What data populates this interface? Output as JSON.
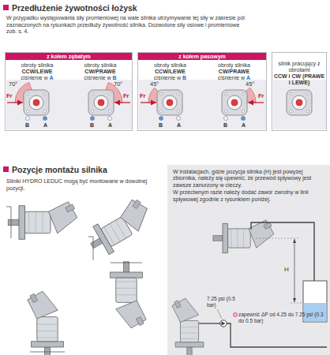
{
  "diagram": {
    "nodes": [
      {
        "text": [
          "z kołem zębatym"
        ]
      },
      {
        "text": [
          "obroty silnika",
          "CCW/LEWE",
          "ciśnienie w",
          "A"
        ],
        "in": 0
      },
      {
        "text": [
          "obroty silnika",
          "CW/PRAWE",
          "ciśnienie w",
          "B"
        ],
        "in": 0
      },
      {
        "text": [
          "z kołem pasowym"
        ]
      },
      {
        "text": [
          "obroty silnika",
          "CCW/LEWE",
          "ciśnienie w",
          "B"
        ],
        "in": 3
      },
      {
        "text": [
          "obroty silnika",
          "CW/PRAWE",
          "ciśnienie w",
          "A"
        ],
        "in": 3
      },
      {
        "text": [
          "silnik pracujący z obrotami",
          "CCW i CW (PRAWE i LEWE)"
        ]
      },
      {
        "text": [
          "W instalacjach, gdzie pozycja silnika (H) jest powyżej zbiornika, należy się upewnić, że przewód spływowy jest zawsze zanurzony w cieczy.",
          "W przeciwnym razie należy dodać zawór zwrotny w linii spływowej zgodnie z rysunkiem poniżej."
        ]
      }
    ],
    "labels": [
      "Przedłużenie żywotności łożysk",
      "W przypadku występowania siły promieniowej na wale silnika utrzymywanie tej siły w zakresie pól zaznaczonych na rysunkach przedłuży żywotność silnika. Dozwolone siły osiowe i promieniowe zob. s. 4.",
      "Pozycje montażu silnika",
      "Silniki HYDRO LEDUC mogą być montowane w dowolnej pozycji.",
      "70°",
      "70°",
      "45°",
      "45°",
      "Fr",
      "Fr",
      "Fr",
      "Fr",
      "B",
      "A",
      "B",
      "A",
      "B",
      "A",
      "B",
      "A",
      "H",
      "7.25 psi (0.5 bar)",
      "zapewnić ΔP od 4.25 do 7.25 psi (0.3 do 0.5 bar)"
    ]
  }
}
